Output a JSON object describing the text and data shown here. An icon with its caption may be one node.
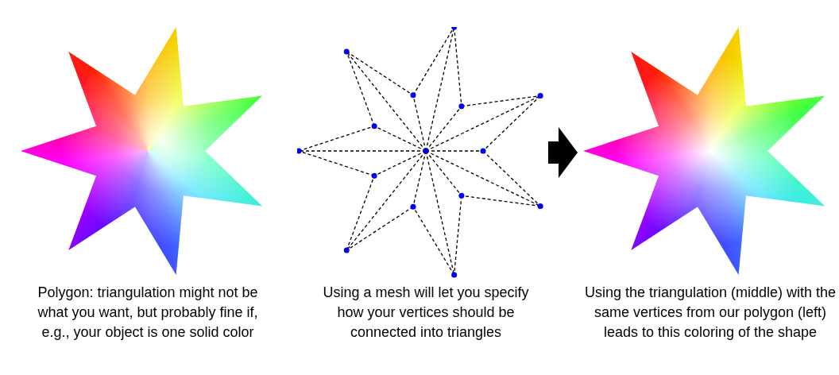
{
  "diagram": {
    "nodes": [
      {
        "text": [],
        "shape": "picture",
        "beside": [
          "Polygon: triangulation might not be what you want, but probably fine if, e.g., your object is one solid color"
        ]
      },
      {
        "text": [],
        "shape": "picture",
        "beside": [
          "Using a mesh will let you specify how your vertices should be connected into triangles"
        ]
      },
      {
        "text": [],
        "shape": "picture",
        "beside": [
          "Using the triangulation (middle) with the same vertices from our polygon (left) leads to this coloring of the shape"
        ]
      }
    ],
    "edges": [
      {
        "from": 1,
        "to": 2,
        "arrow": "to"
      }
    ]
  }
}
